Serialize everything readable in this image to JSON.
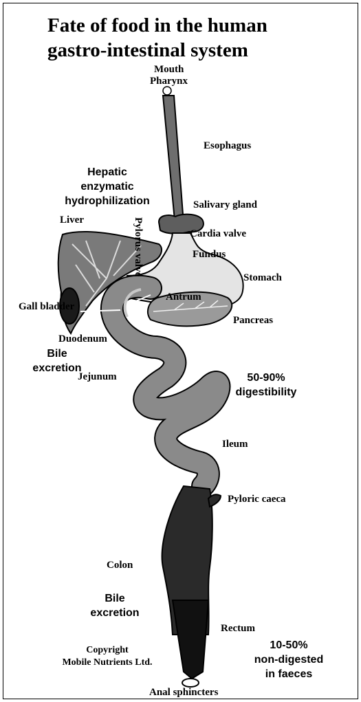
{
  "title_line1": "Fate of food in the human",
  "title_line2": "gastro-intestinal system",
  "labels": {
    "mouth": "Mouth",
    "pharynx": "Pharynx",
    "esophagus": "Esophagus",
    "salivary_gland": "Salivary gland",
    "cardia_valve": "Cardia valve",
    "liver": "Liver",
    "pylorus_valve": "Pylorus valve",
    "fundus": "Fundus",
    "stomach": "Stomach",
    "antrum": "Antrum",
    "gall_bladder": "Gall bladder",
    "pancreas": "Pancreas",
    "duodenum": "Duodenum",
    "jejunum": "Jejunum",
    "ileum": "Ileum",
    "pyloric_caeca": "Pyloric caeca",
    "colon": "Colon",
    "rectum": "Rectum",
    "anal_sphincters": "Anal sphincters"
  },
  "notes": {
    "hepatic_1": "Hepatic",
    "hepatic_2": "enzymatic",
    "hepatic_3": "hydrophilization",
    "bile_top_1": "Bile",
    "bile_top_2": "excretion",
    "digest_1": "50-90%",
    "digest_2": "digestibility",
    "bile_bottom_1": "Bile",
    "bile_bottom_2": "excretion",
    "faeces_1": "10-50%",
    "faeces_2": "non-digested",
    "faeces_3": "in faeces"
  },
  "copyright_line1": "Copyright",
  "copyright_line2": "Mobile Nutrients Ltd.",
  "colors": {
    "esophagus": "#6e6e6e",
    "stomach": "#e4e4e4",
    "liver": "#7a7a7a",
    "pancreas": "#9a9a9a",
    "small_intestine": "#8a8a8a",
    "large_intestine": "#2a2a2a",
    "outline": "#000000"
  }
}
